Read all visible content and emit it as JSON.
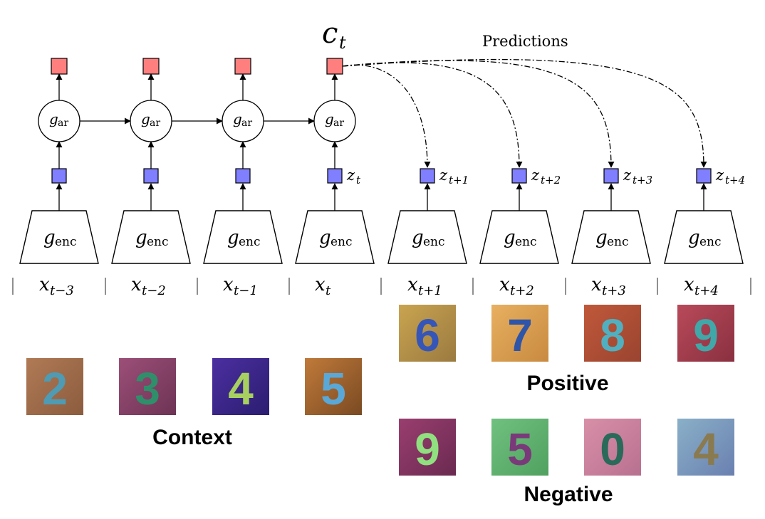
{
  "title": {
    "ct_main": "c",
    "ct_sub": "t"
  },
  "predictions_label": "Predictions",
  "gar": {
    "main": "g",
    "sub": "ar"
  },
  "genc": {
    "main": "g",
    "sub": "enc"
  },
  "z_labels": [
    {
      "main": "z",
      "sub": "t"
    },
    {
      "main": "z",
      "sub": "t+1"
    },
    {
      "main": "z",
      "sub": "t+2"
    },
    {
      "main": "z",
      "sub": "t+3"
    },
    {
      "main": "z",
      "sub": "t+4"
    }
  ],
  "x_labels": [
    {
      "main": "x",
      "sub": "t−3"
    },
    {
      "main": "x",
      "sub": "t−2"
    },
    {
      "main": "x",
      "sub": "t−1"
    },
    {
      "main": "x",
      "sub": "t"
    },
    {
      "main": "x",
      "sub": "t+1"
    },
    {
      "main": "x",
      "sub": "t+2"
    },
    {
      "main": "x",
      "sub": "t+3"
    },
    {
      "main": "x",
      "sub": "t+4"
    }
  ],
  "context_digits": [
    {
      "digit": "2",
      "bg1": "#b07a55",
      "bg2": "#8b5c3e",
      "ink": "#4f9bb3"
    },
    {
      "digit": "3",
      "bg1": "#9c4f78",
      "bg2": "#6d3355",
      "ink": "#2f8f6a"
    },
    {
      "digit": "4",
      "bg1": "#4b2fa0",
      "bg2": "#2b1d70",
      "ink": "#a8d060"
    },
    {
      "digit": "5",
      "bg1": "#c07a3a",
      "bg2": "#7a4a22",
      "ink": "#5aa8d8"
    }
  ],
  "positive_digits": [
    {
      "digit": "6",
      "bg1": "#c9a450",
      "bg2": "#9b7a40",
      "ink": "#3556b8"
    },
    {
      "digit": "7",
      "bg1": "#e8b060",
      "bg2": "#c88a40",
      "ink": "#2e55a8"
    },
    {
      "digit": "8",
      "bg1": "#c0583a",
      "bg2": "#9a4430",
      "ink": "#50b0c0"
    },
    {
      "digit": "9",
      "bg1": "#b84a5a",
      "bg2": "#8a3040",
      "ink": "#40a8a8"
    }
  ],
  "negative_digits": [
    {
      "digit": "9",
      "bg1": "#9a3e70",
      "bg2": "#6a2a50",
      "ink": "#90e080"
    },
    {
      "digit": "5",
      "bg1": "#70c080",
      "bg2": "#50a060",
      "ink": "#7a3a7a"
    },
    {
      "digit": "0",
      "bg1": "#d890a8",
      "bg2": "#b87090",
      "ink": "#2a6a5a"
    },
    {
      "digit": "4",
      "bg1": "#8ab0c8",
      "bg2": "#6a80b0",
      "ink": "#8a7a50"
    }
  ],
  "section_labels": {
    "context": "Context",
    "positive": "Positive",
    "negative": "Negative"
  },
  "colors": {
    "red_square": "#ff7f7f",
    "blue_square": "#7f7fff",
    "stroke": "#000000"
  }
}
